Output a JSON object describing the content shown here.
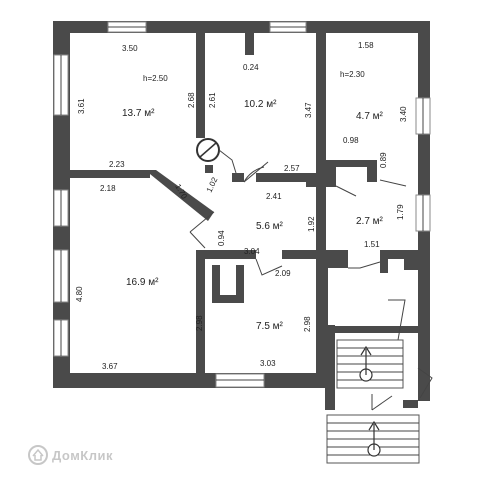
{
  "watermark": {
    "brand": "ДомКлик"
  },
  "rooms": [
    {
      "id": "room-1",
      "area": "13.7 м²",
      "height": "h=2.50"
    },
    {
      "id": "room-2",
      "area": "10.2 м²"
    },
    {
      "id": "room-3",
      "area": "4.7 м²",
      "height": "h=2.30"
    },
    {
      "id": "room-4",
      "area": "5.6 м²"
    },
    {
      "id": "room-5",
      "area": "2.7 м²"
    },
    {
      "id": "room-6",
      "area": "16.9 м²"
    },
    {
      "id": "room-7",
      "area": "7.5 м²"
    }
  ],
  "dimensions": {
    "d350": "3.50",
    "d361": "3.61",
    "d268": "2.68",
    "d261": "2.61",
    "d024": "0.24",
    "d347": "3.47",
    "d158": "1.58",
    "d340": "3.40",
    "d098": "0.98",
    "d089": "0.89",
    "d223": "2.23",
    "d218": "2.18",
    "d170": "1.70",
    "d102": "1.02",
    "d257": "2.57",
    "d241": "2.41",
    "d192": "1.92",
    "d179": "1.79",
    "d151": "1.51",
    "d094": "0.94",
    "d304": "3.04",
    "d209": "2.09",
    "d480": "4.80",
    "d298a": "2.98",
    "d298b": "2.98",
    "d367": "3.67",
    "d303": "3.03"
  }
}
